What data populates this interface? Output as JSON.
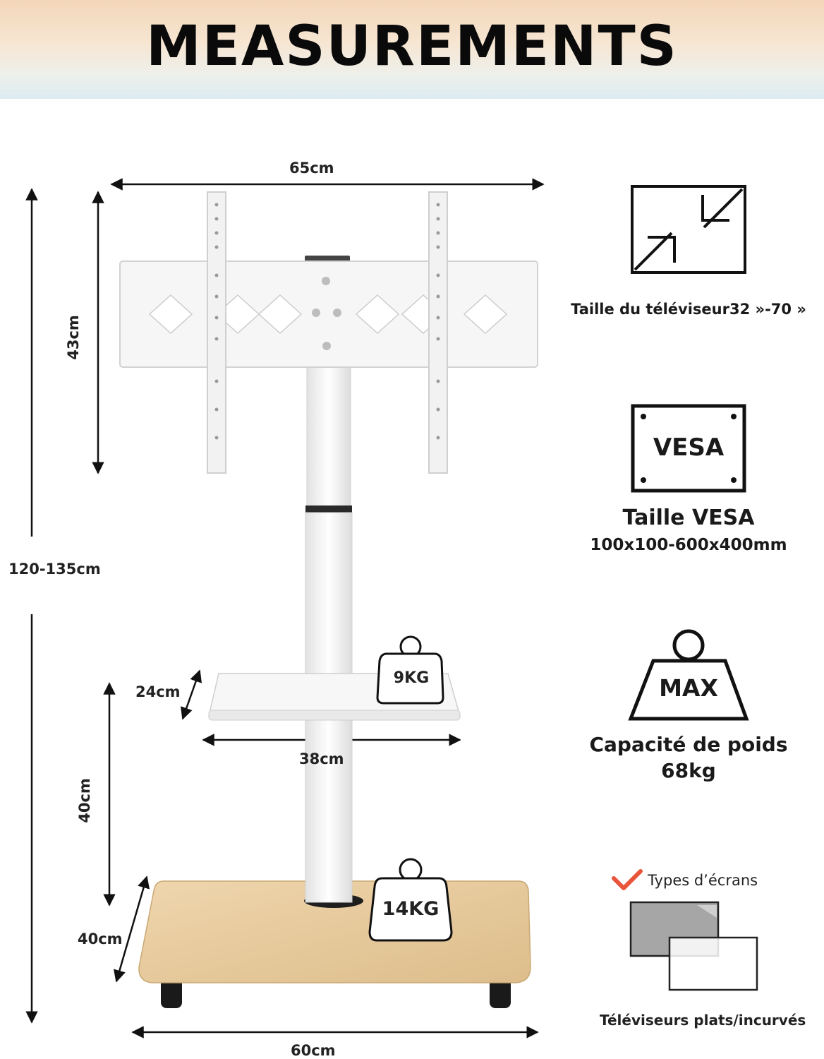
{
  "header": {
    "title": "MEASUREMENTS"
  },
  "dimensions": {
    "top_width": "65cm",
    "bracket_height": "43cm",
    "total_height": "120-135cm",
    "shelf_depth": "24cm",
    "shelf_width": "38cm",
    "shelf_height": "40cm",
    "base_depth": "40cm",
    "base_width": "60cm"
  },
  "weights": {
    "shelf": "9KG",
    "base": "14KG"
  },
  "features": {
    "tv_size": "Taille du téléviseur32 »-70 »",
    "vesa_icon_label": "VESA",
    "vesa_title": "Taille VESA",
    "vesa_range": "100x100-600x400mm",
    "max_icon_label": "MAX",
    "capacity_title": "Capacité de poids",
    "capacity_value": "68kg",
    "screen_types_title": "Types d’écrans",
    "screen_types_value": "Téléviseurs plats/incurvés"
  },
  "colors": {
    "check": "#e8553a",
    "wood": "#e6c89a",
    "stand": "#f4f4f4"
  }
}
